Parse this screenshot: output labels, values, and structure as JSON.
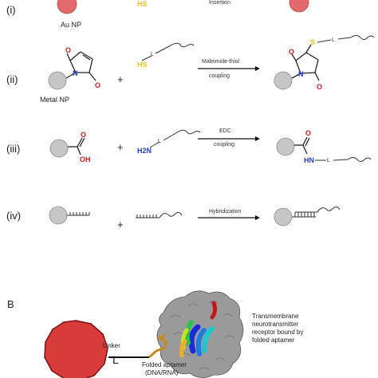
{
  "figure": {
    "panel_b_label": "B",
    "rows": [
      {
        "roman": "(i)",
        "particle_label": "Au NP",
        "reactant_group": "HS",
        "reaction_label_1": "",
        "reaction_label_2": "Insertion",
        "product_group": "",
        "product_group_2": ""
      },
      {
        "roman": "(ii)",
        "particle_label": "Metal NP",
        "reactant_group": "HS",
        "reaction_label_1": "Maleimide-thiol",
        "reaction_label_2": "coupling",
        "product_group": "S",
        "product_group_2": ""
      },
      {
        "roman": "(iii)",
        "particle_label": "",
        "reactant_group": "H2N",
        "reaction_label_1": "EDC",
        "reaction_label_2": "coupling",
        "product_group": "HN",
        "product_group_2": "OH"
      },
      {
        "roman": "(iv)",
        "particle_label": "",
        "reactant_group": "",
        "reaction_label_1": "Hybridization",
        "reaction_label_2": "",
        "product_group": "",
        "product_group_2": ""
      }
    ],
    "plus": "+",
    "atom_o": "O",
    "atom_n": "N",
    "linker_letter": "L",
    "panel_b": {
      "linker_caption": "Linker",
      "linker_letter": "L",
      "aptamer_caption_1": "Folded aptamer",
      "aptamer_caption_2": "(DNA/RNA)",
      "receptor_caption_1": "Transmembrane",
      "receptor_caption_2": "neurotransmitter",
      "receptor_caption_3": "receptor bound by",
      "receptor_caption_4": "folded aptamer"
    },
    "colors": {
      "gold_np": "#e3696d",
      "metal_np": "#c6c6c6",
      "thiol": "#e8c61c",
      "amine": "#1f3fd1",
      "oxygen": "#d11b1b",
      "panel_b_np": "#d93a3a",
      "protein": "#9a9a9a"
    }
  }
}
